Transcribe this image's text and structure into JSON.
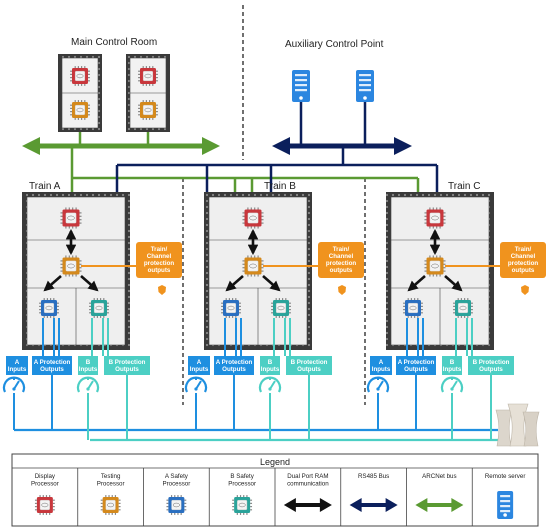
{
  "headings": {
    "main_control_room": "Main Control Room",
    "auxiliary_control_point": "Auxiliary Control Point"
  },
  "trains": [
    {
      "label": "Train A",
      "protection_output": "Train/\nChannel\nprotection\noutputs",
      "a_inputs": "A\nInputs",
      "a_outputs": "A Protection\nOutputs",
      "b_inputs": "B\nInputs",
      "b_outputs": "B Protection\nOutputs"
    },
    {
      "label": "Train B",
      "protection_output": "Train/\nChannel\nprotection\noutputs",
      "a_inputs": "A\nInputs",
      "a_outputs": "A Protection\nOutputs",
      "b_inputs": "B\nInputs",
      "b_outputs": "B Protection\nOutputs"
    },
    {
      "label": "Train C",
      "protection_output": "Train/\nChannel\nprotection\noutputs",
      "a_inputs": "A\nInputs",
      "a_outputs": "A Protection\nOutputs",
      "b_inputs": "B\nInputs",
      "b_outputs": "B Protection\nOutputs"
    }
  ],
  "legend": {
    "title": "Legend",
    "items": [
      {
        "label": "Display\nProcessor",
        "icon": "display-processor-icon"
      },
      {
        "label": "Testing\nProcessor",
        "icon": "testing-processor-icon"
      },
      {
        "label": "A Safety\nProcessor",
        "icon": "a-safety-processor-icon"
      },
      {
        "label": "B Safety\nProcessor",
        "icon": "b-safety-processor-icon"
      },
      {
        "label": "Dual Port RAM\ncommunication",
        "icon": "dual-port-ram-icon"
      },
      {
        "label": "RS485 Bus",
        "icon": "rs485-bus-icon"
      },
      {
        "label": "ARCNet bus",
        "icon": "arcnet-bus-icon"
      },
      {
        "label": "Remote server",
        "icon": "remote-server-icon"
      }
    ]
  },
  "colors": {
    "display_processor": "#c8373c",
    "testing_processor": "#d4891c",
    "a_safety_processor": "#2a6fc0",
    "b_safety_processor": "#2aa39a",
    "rs485_bus": "#0b1f5c",
    "arcnet_bus": "#5a9a32",
    "remote_server": "#2b86e0",
    "protection_output": "#f0931e",
    "a_channel": "#1e8fe0",
    "b_channel": "#4ccfc4",
    "cabinet": "#333333"
  }
}
